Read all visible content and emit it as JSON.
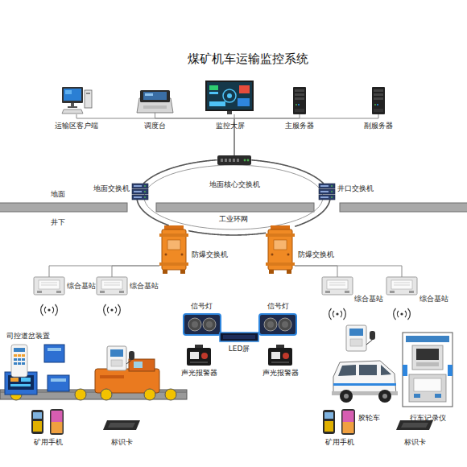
{
  "diagram": {
    "title": "煤矿机车运输监控系统",
    "nodes": [
      {
        "text": [
          "运输区客户端"
        ]
      },
      {
        "text": [
          "调度台"
        ]
      },
      {
        "text": [
          "监控大屏"
        ]
      },
      {
        "text": [
          "主服务器"
        ]
      },
      {
        "text": [
          "副服务器"
        ]
      },
      {
        "text": [
          "地面交换机"
        ]
      },
      {
        "text": [
          "地面核心交换机"
        ]
      },
      {
        "text": [
          "井口交换机"
        ]
      },
      {
        "text": [
          "防爆交换机"
        ]
      },
      {
        "text": [
          "防爆交换机"
        ]
      },
      {
        "text": [
          "综合基站"
        ]
      },
      {
        "text": [
          "综合基站"
        ]
      },
      {
        "text": [
          "综合基站"
        ]
      },
      {
        "text": [
          "综合基站"
        ]
      },
      {
        "text": [
          "信号灯"
        ]
      },
      {
        "text": [
          "信号灯"
        ]
      },
      {
        "text": [
          "LED屏"
        ]
      },
      {
        "text": [
          "声光报警器"
        ]
      },
      {
        "text": [
          "声光报警器"
        ]
      },
      {
        "text": [
          "司控道岔装置"
        ]
      },
      {
        "text": [
          "矿用手机"
        ]
      },
      {
        "text": [
          "标识卡"
        ]
      },
      {
        "text": [
          "胶轮车"
        ]
      },
      {
        "text": [
          "行车记录仪"
        ]
      },
      {
        "text": [
          "矿用手机"
        ]
      },
      {
        "text": [
          "标识卡"
        ]
      }
    ],
    "edges": [
      {
        "from": 6,
        "to": 0,
        "arrow": "none"
      },
      {
        "from": 6,
        "to": 1,
        "arrow": "none"
      },
      {
        "from": 6,
        "to": 2,
        "arrow": "none"
      },
      {
        "from": 6,
        "to": 3,
        "arrow": "none"
      },
      {
        "from": 6,
        "to": 4,
        "arrow": "none"
      },
      {
        "from": 6,
        "to": 5,
        "arrow": "none"
      },
      {
        "from": 6,
        "to": 7,
        "arrow": "none"
      },
      {
        "from": 5,
        "to": 8,
        "arrow": "none"
      },
      {
        "from": 8,
        "to": 9,
        "arrow": "none"
      },
      {
        "from": 9,
        "to": 7,
        "arrow": "none"
      },
      {
        "from": 8,
        "to": 10,
        "arrow": "none"
      },
      {
        "from": 8,
        "to": 11,
        "arrow": "none"
      },
      {
        "from": 9,
        "to": 12,
        "arrow": "none"
      },
      {
        "from": 9,
        "to": 13,
        "arrow": "none"
      }
    ],
    "labels": [
      "地面",
      "井下",
      "工业环网"
    ]
  }
}
